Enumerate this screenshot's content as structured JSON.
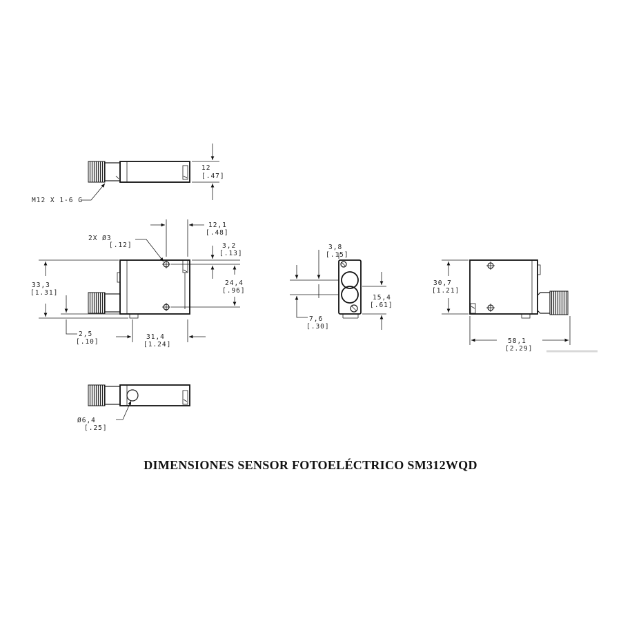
{
  "caption": "DIMENSIONES SENSOR FOTOELÉCTRICO SM312WQD",
  "labels": {
    "top_height_mm": "12",
    "top_height_in": "[.47]",
    "connector_thread": "M12 X 1-6 G",
    "holes_mm": "2X Ø3",
    "holes_in": "[.12]",
    "d12_1_mm": "12,1",
    "d12_1_in": "[.48]",
    "d3_2_mm": "3,2",
    "d3_2_in": "[.13]",
    "d24_4_mm": "24,4",
    "d24_4_in": "[.96]",
    "d33_3_mm": "33,3",
    "d33_3_in": "[1.31]",
    "d2_5_mm": "2,5",
    "d2_5_in": "[.10]",
    "d31_4_mm": "31,4",
    "d31_4_in": "[1.24]",
    "d3_8_mm": "3,8",
    "d3_8_in": "[.15]",
    "d15_4_mm": "15,4",
    "d15_4_in": "[.61]",
    "d7_6_mm": "7,6",
    "d7_6_in": "[.30]",
    "d30_7_mm": "30,7",
    "d30_7_in": "[1.21]",
    "d58_1_mm": "58,1",
    "d58_1_in": "[2.29]",
    "d6_4_mm": "Ø6,4",
    "d6_4_in": "[.25]"
  }
}
